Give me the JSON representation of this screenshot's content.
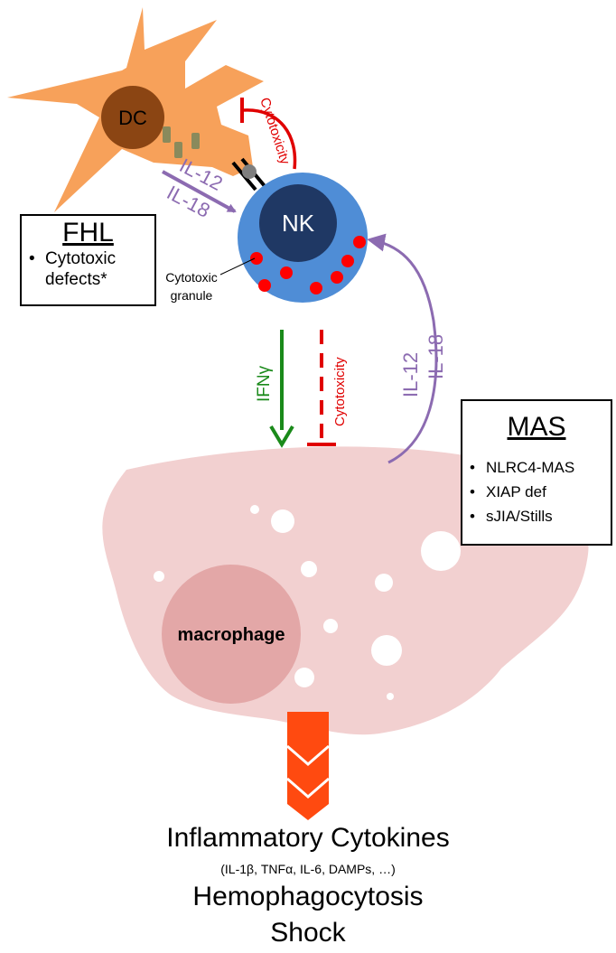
{
  "dc_label": "DC",
  "nk_label": "NK",
  "macrophage_label": "macrophage",
  "granule_label_line1": "Cytotoxic",
  "granule_label_line2": "granule",
  "dc_to_nk_cytokine_1": "IL-12",
  "dc_to_nk_cytokine_2": "IL-18",
  "nk_to_dc_effect": "Cytotoxicity",
  "nk_to_mac_signal": "IFNγ",
  "nk_to_mac_effect": "Cytotoxicity",
  "mac_to_nk_cytokine_1": "IL-12",
  "mac_to_nk_cytokine_2": "IL-18",
  "fhl": {
    "title": "FHL",
    "items": [
      "Cytotoxic defects*"
    ]
  },
  "mas": {
    "title": "MAS",
    "items": [
      "NLRC4-MAS",
      "XIAP def",
      "sJIA/Stills"
    ]
  },
  "outcomes": {
    "line1": "Inflammatory Cytokines",
    "line2": "(IL-1β, TNFα, IL-6, DAMPs, …)",
    "line3": "Hemophagocytosis",
    "line4": "Shock"
  },
  "colors": {
    "dc": "#F7A15A",
    "dc_nucleus": "#8B4513",
    "nk_cell": "#4F8DD6",
    "nk_nucleus": "#1F3864",
    "granule": "#FF0000",
    "macrophage": "#F2D0D0",
    "mac_nucleus": "#E3A7A7",
    "il_arrow": "#8C6BB1",
    "ifn_arrow": "#1A8A1A",
    "cytotoxicity": "#E00000",
    "chevrons": "#FF4A10"
  }
}
